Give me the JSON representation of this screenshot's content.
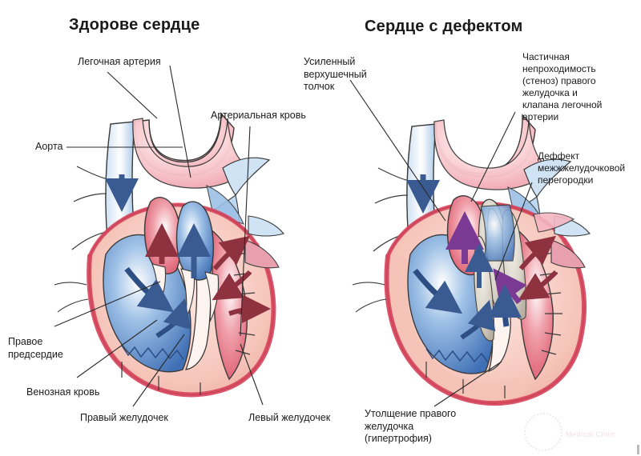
{
  "figure": {
    "type": "medical-illustration",
    "subject": "heart-cross-section-comparison",
    "language": "ru"
  },
  "panels": {
    "healthy": {
      "title": "Здорове сердце",
      "labels": {
        "pulmonary_artery": "Легочная артерия",
        "aorta": "Аорта",
        "arterial_blood": "Артериальная кровь",
        "right_atrium": "Правое\nпредсердие",
        "venous_blood": "Венозная кровь",
        "right_ventricle": "Правый желудочек",
        "left_ventricle": "Левый желудочек"
      }
    },
    "defect": {
      "title": "Сердце с дефектом",
      "labels": {
        "apex_beat": "Усиленный\nверхушечный\nтолчок",
        "stenosis": "Частичная\nнепроходимость\n(стеноз) правого\nжелудочка и\nклапана легочной\nартерии",
        "vsd": "Деффект\nмежжжелудочковой\nперегородки",
        "hypertrophy": "Утолщение правого\nжелудочка\n(гипертрофия)"
      }
    }
  },
  "colors": {
    "arterial_red": "#e05a6a",
    "venous_blue": "#4a78bc",
    "muscle_pink": "#f2b9ae",
    "outline": "#3a3a3a",
    "arrow_blue": "#3a5a92",
    "arrow_red": "#8f3240",
    "arrow_purple": "#7a3a93",
    "stenosis_grey": "#cfc8bd",
    "leader_line": "#2a2a2a",
    "title_text": "#1a1a1a",
    "label_text": "#1b1b1b",
    "background": "#ffffff"
  },
  "watermark": {
    "text": "Medical Clinic"
  }
}
